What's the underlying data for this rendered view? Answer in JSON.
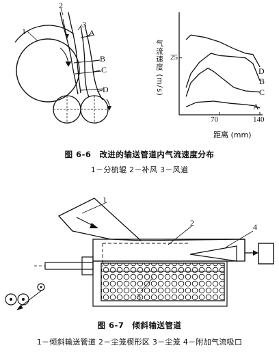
{
  "fig66": {
    "machine_labels": {
      "n1": "1",
      "n2": "2",
      "n3": "3",
      "A": "A",
      "B": "B",
      "C": "C",
      "D": "D"
    },
    "chart": {
      "ylabel": "气流速度 (m/s)",
      "xlabel": "距离 (mm)",
      "ytick": "25",
      "xticks": [
        "70",
        "140"
      ],
      "curve_labels": [
        "D",
        "B",
        "C",
        "A"
      ]
    },
    "caption_title": "图 6-6　改进的输送管道内气流速度分布",
    "caption_legend": "1－分梳辊 2－补风 3－风道"
  },
  "fig67": {
    "labels": {
      "n1": "1",
      "n2": "2",
      "n3": "3",
      "n4": "4"
    },
    "caption_title": "图 6-7　倾斜输送管道",
    "caption_legend": "1－倾斜输送管道 2－尘笼楔形区 3－尘笼 4－附加气流吸口"
  },
  "chart_data": {
    "type": "line",
    "xlabel": "距离 (mm)",
    "ylabel": "气流速度 (m/s)",
    "xlim": [
      0,
      140
    ],
    "ylim": [
      0,
      45
    ],
    "grid": false,
    "series": [
      {
        "name": "D",
        "x": [
          12,
          20,
          45,
          70,
          95,
          115,
          128,
          140
        ],
        "y": [
          33,
          35,
          34,
          32,
          29,
          27,
          26.5,
          21
        ]
      },
      {
        "name": "B",
        "x": [
          12,
          20,
          35,
          55,
          70,
          95,
          115,
          128,
          140
        ],
        "y": [
          12,
          18,
          23,
          27,
          26,
          25.5,
          25,
          22.5,
          15
        ]
      },
      {
        "name": "C",
        "x": [
          12,
          20,
          35,
          50,
          60,
          75,
          95,
          115,
          140
        ],
        "y": [
          8,
          14,
          18,
          20.5,
          19,
          16,
          12,
          10.5,
          10
        ]
      },
      {
        "name": "A",
        "x": [
          12,
          30,
          60,
          90,
          115,
          130,
          140
        ],
        "y": [
          3.5,
          5.5,
          6,
          5,
          4.5,
          4,
          3
        ]
      }
    ]
  }
}
